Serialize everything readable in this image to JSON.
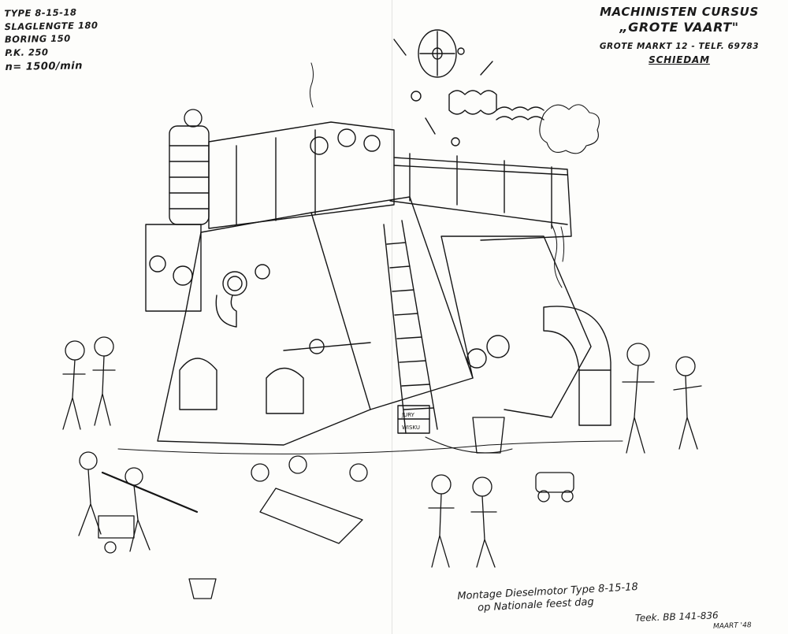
{
  "specs": {
    "type": "TYPE 8-15-18",
    "stroke": "SLAGLENGTE 180",
    "bore": "BORING 150",
    "power": "P.K. 250",
    "rpm": "n= 1500/min"
  },
  "header": {
    "line1": "MACHINISTEN CURSUS",
    "line2": "„GROTE VAART\"",
    "address": "GROTE MARKT 12 - TELF. 69783",
    "city": "SCHIEDAM"
  },
  "caption": {
    "line1": "Montage Dieselmotor Type 8-15-18",
    "line2": "op Nationale feest dag"
  },
  "signature": {
    "drawn_by": "Teek. BB 141-836",
    "date": "MAART '48"
  },
  "crate_label": {
    "line1": "JURY",
    "line2": "WISKU"
  },
  "colors": {
    "ink": "#151515",
    "paper": "#fdfdfb"
  }
}
